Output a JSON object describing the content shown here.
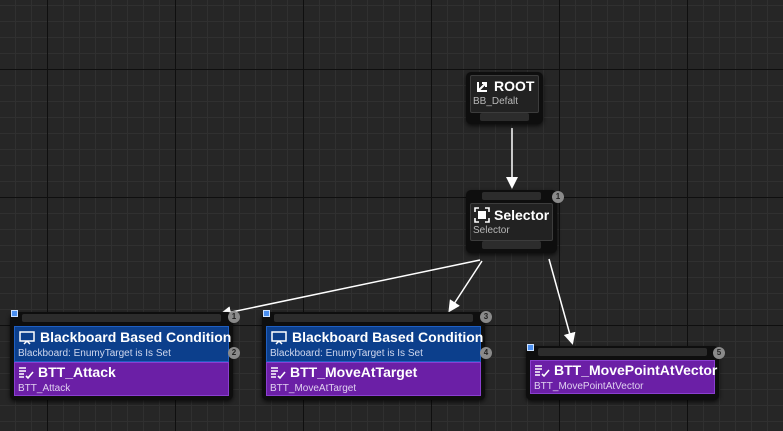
{
  "root": {
    "title": "ROOT",
    "subtitle": "BB_Defalt"
  },
  "selector": {
    "title": "Selector",
    "subtitle": "Selector",
    "index": "1"
  },
  "nodes": [
    {
      "decorator": {
        "title": "Blackboard Based Condition",
        "subtitle": "Blackboard: EnumyTarget is Is Set",
        "index": "2"
      },
      "task": {
        "title": "BTT_Attack",
        "subtitle": "BTT_Attack"
      },
      "index": "1"
    },
    {
      "decorator": {
        "title": "Blackboard Based Condition",
        "subtitle": "Blackboard: EnumyTarget is Is Set",
        "index": "4"
      },
      "task": {
        "title": "BTT_MoveAtTarget",
        "subtitle": "BTT_MoveAtTarget"
      },
      "index": "3"
    },
    {
      "task": {
        "title": "BTT_MovePointAtVector",
        "subtitle": "BTT_MovePointAtVector"
      },
      "index": "5"
    }
  ],
  "icons": {
    "root": "root-arrow-icon",
    "selector": "selector-icon",
    "decorator": "blackboard-condition-icon",
    "task": "task-icon"
  },
  "colors": {
    "decorator": "#0c3f8c",
    "task": "#6b1fa6",
    "wire": "#ffffff",
    "background": "#262626"
  }
}
